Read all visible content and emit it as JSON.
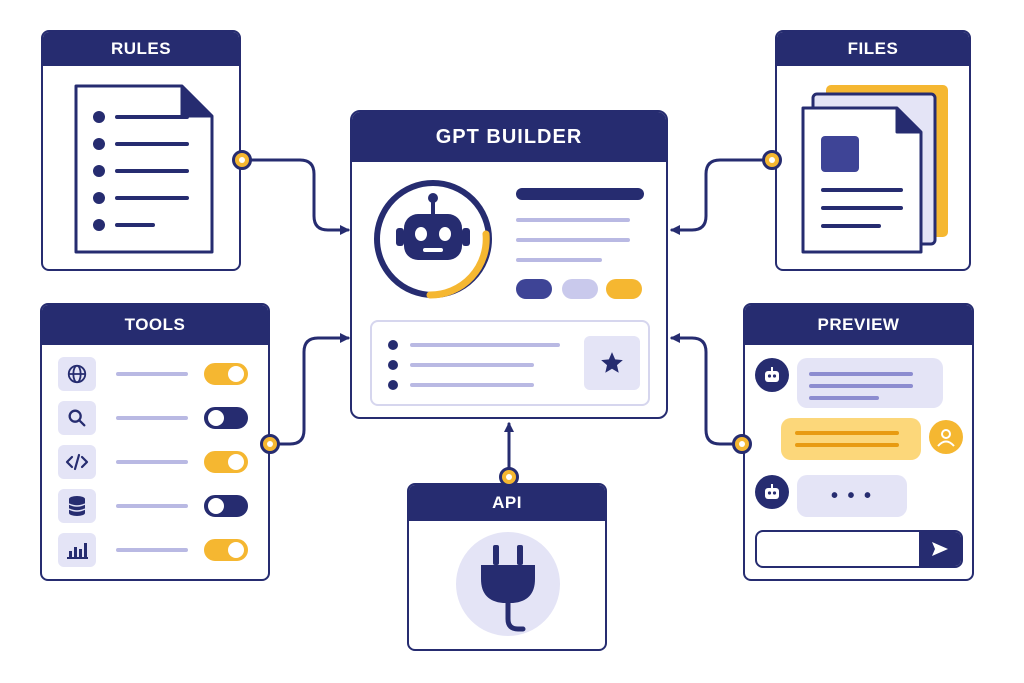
{
  "builder": {
    "title": "GPT BUILDER"
  },
  "rules": {
    "title": "RULES"
  },
  "files": {
    "title": "FILES"
  },
  "tools": {
    "title": "TOOLS",
    "items": [
      {
        "icon": "globe-icon",
        "enabled": true
      },
      {
        "icon": "search-icon",
        "enabled": false
      },
      {
        "icon": "code-icon",
        "enabled": true
      },
      {
        "icon": "database-icon",
        "enabled": false
      },
      {
        "icon": "bar-chart-icon",
        "enabled": true
      }
    ]
  },
  "preview": {
    "title": "PREVIEW",
    "typing_indicator": "• • •"
  },
  "api": {
    "title": "API"
  },
  "colors": {
    "navy": "#262c70",
    "accent_yellow": "#f5b731",
    "lavender": "#b9b9e3",
    "pale_lavender": "#e4e4f6",
    "pale_yellow": "#fcd77a"
  }
}
